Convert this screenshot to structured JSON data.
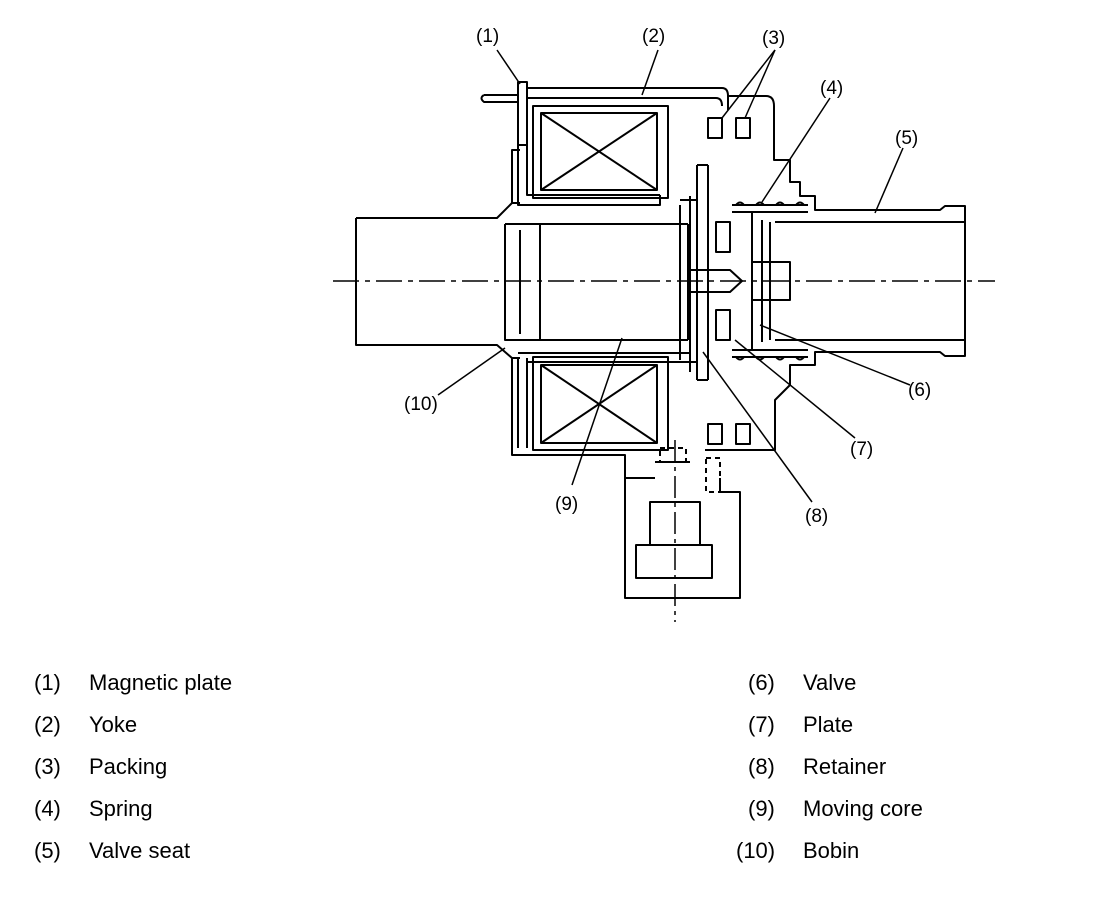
{
  "diagram": {
    "callouts": [
      {
        "num": "(1)"
      },
      {
        "num": "(2)"
      },
      {
        "num": "(3)"
      },
      {
        "num": "(4)"
      },
      {
        "num": "(5)"
      },
      {
        "num": "(6)"
      },
      {
        "num": "(7)"
      },
      {
        "num": "(8)"
      },
      {
        "num": "(9)"
      },
      {
        "num": "(10)"
      }
    ]
  },
  "legend": {
    "left": [
      {
        "num": "(1)",
        "label": "Magnetic plate"
      },
      {
        "num": "(2)",
        "label": "Yoke"
      },
      {
        "num": "(3)",
        "label": "Packing"
      },
      {
        "num": "(4)",
        "label": "Spring"
      },
      {
        "num": "(5)",
        "label": "Valve seat"
      }
    ],
    "right": [
      {
        "num": "(6)",
        "label": "Valve"
      },
      {
        "num": "(7)",
        "label": "Plate"
      },
      {
        "num": "(8)",
        "label": "Retainer"
      },
      {
        "num": "(9)",
        "label": "Moving core"
      },
      {
        "num": "(10)",
        "label": "Bobin"
      }
    ]
  }
}
